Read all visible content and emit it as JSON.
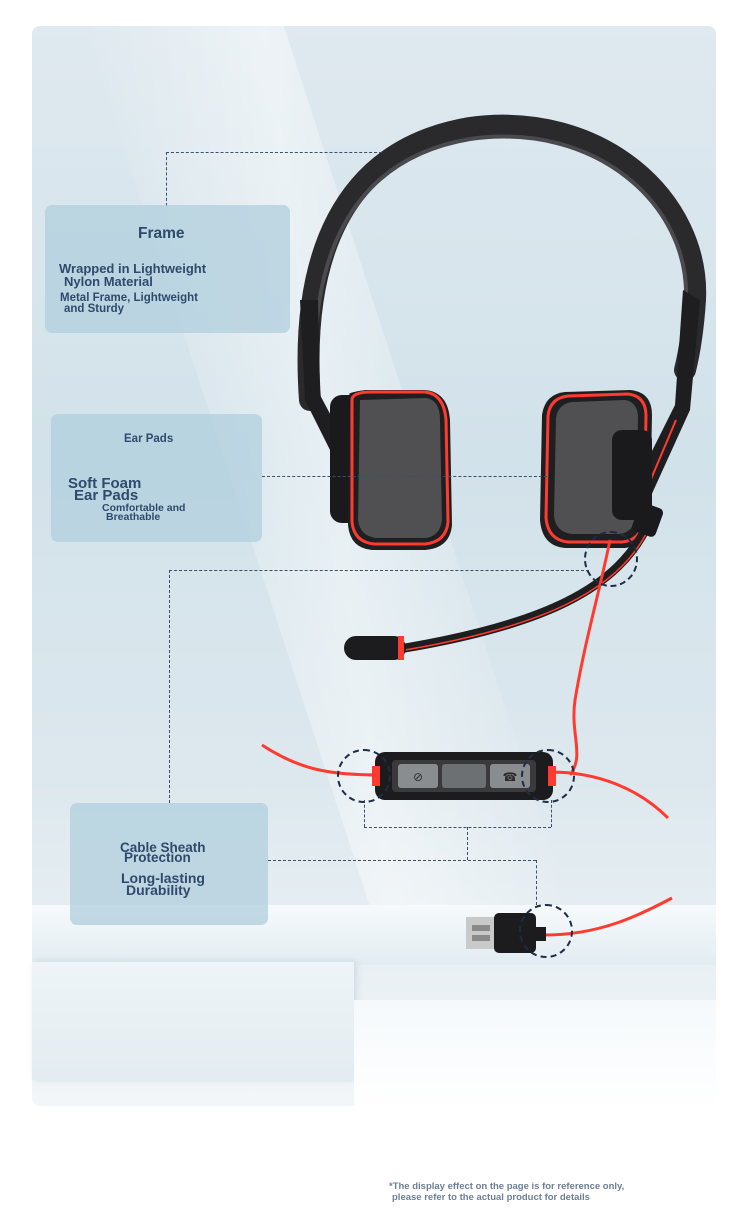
{
  "frame": {
    "title": "Frame",
    "line1": "Wrapped in Lightweight",
    "line2": "Nylon Material",
    "line3": "Metal Frame, Lightweight",
    "line4": "and Sturdy"
  },
  "ear_pads": {
    "title": "Ear Pads",
    "line1": "Soft Foam",
    "line2": "Ear Pads",
    "line3": "Comfortable and",
    "line4": "Breathable"
  },
  "cable": {
    "line1": "Cable Sheath",
    "line2": "Protection",
    "line3": "Long-lasting",
    "line4": "Durability"
  },
  "disclaimer": {
    "line1": "*The display effect on the page is for reference only,",
    "line2": "please refer to the actual product for details"
  },
  "colors": {
    "accent": "#ff3b2f",
    "card": "#b2d0de",
    "text": "#2f4a6b"
  }
}
